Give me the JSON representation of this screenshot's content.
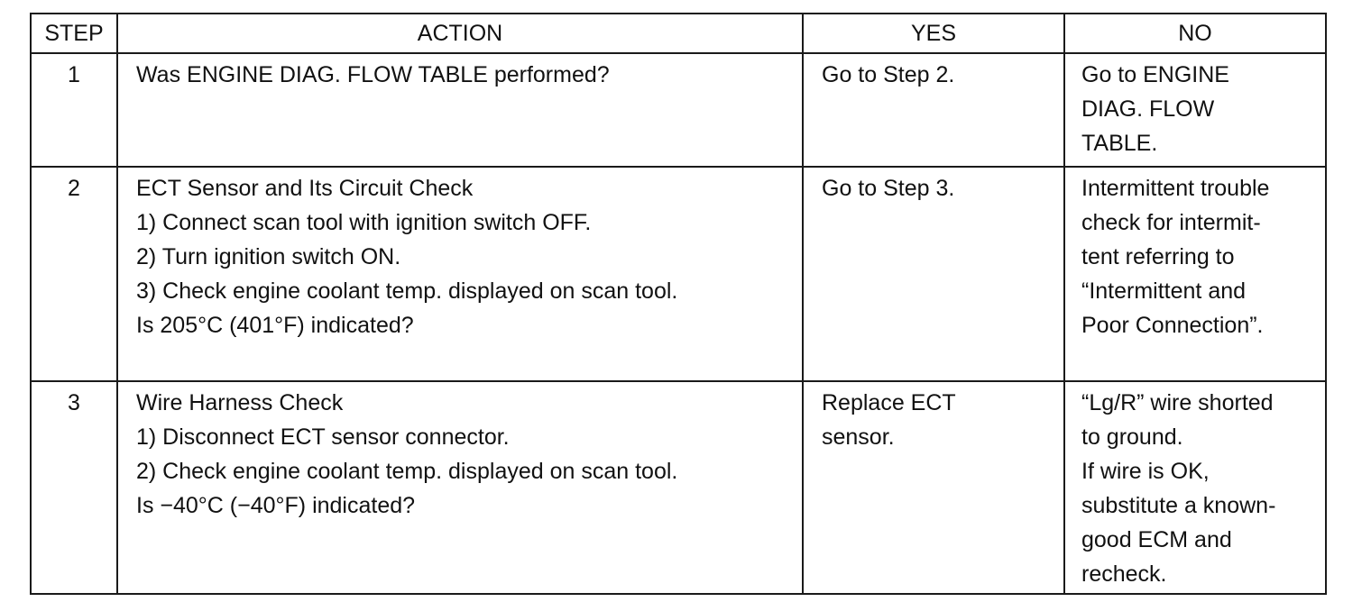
{
  "header": {
    "step": "STEP",
    "action": "ACTION",
    "yes": "YES",
    "no": "NO"
  },
  "rows": [
    {
      "step": "1",
      "action_lines": [
        "Was ENGINE DIAG. FLOW TABLE performed?"
      ],
      "yes_lines": [
        "Go to Step 2."
      ],
      "no_lines": [
        "Go to ENGINE",
        "DIAG. FLOW",
        "TABLE."
      ]
    },
    {
      "step": "2",
      "action_lines": [
        "ECT Sensor and Its Circuit Check",
        "1)  Connect scan tool with ignition switch OFF.",
        "2)  Turn ignition switch ON.",
        "3)  Check engine coolant temp. displayed on scan tool.",
        "Is 205°C (401°F) indicated?"
      ],
      "yes_lines": [
        "Go to Step 3."
      ],
      "no_lines": [
        "Intermittent trouble",
        "check for intermit-",
        "tent referring to",
        "“Intermittent and",
        "Poor Connection”."
      ]
    },
    {
      "step": "3",
      "action_lines": [
        "Wire Harness Check",
        "1)  Disconnect ECT sensor connector.",
        "2)  Check engine coolant temp. displayed on scan tool.",
        "Is −40°C (−40°F) indicated?"
      ],
      "yes_lines": [
        "Replace ECT",
        "sensor."
      ],
      "no_lines": [
        "“Lg/R” wire shorted",
        "to ground.",
        "If wire is OK,",
        "substitute a known-",
        "good ECM and",
        "recheck."
      ]
    }
  ]
}
